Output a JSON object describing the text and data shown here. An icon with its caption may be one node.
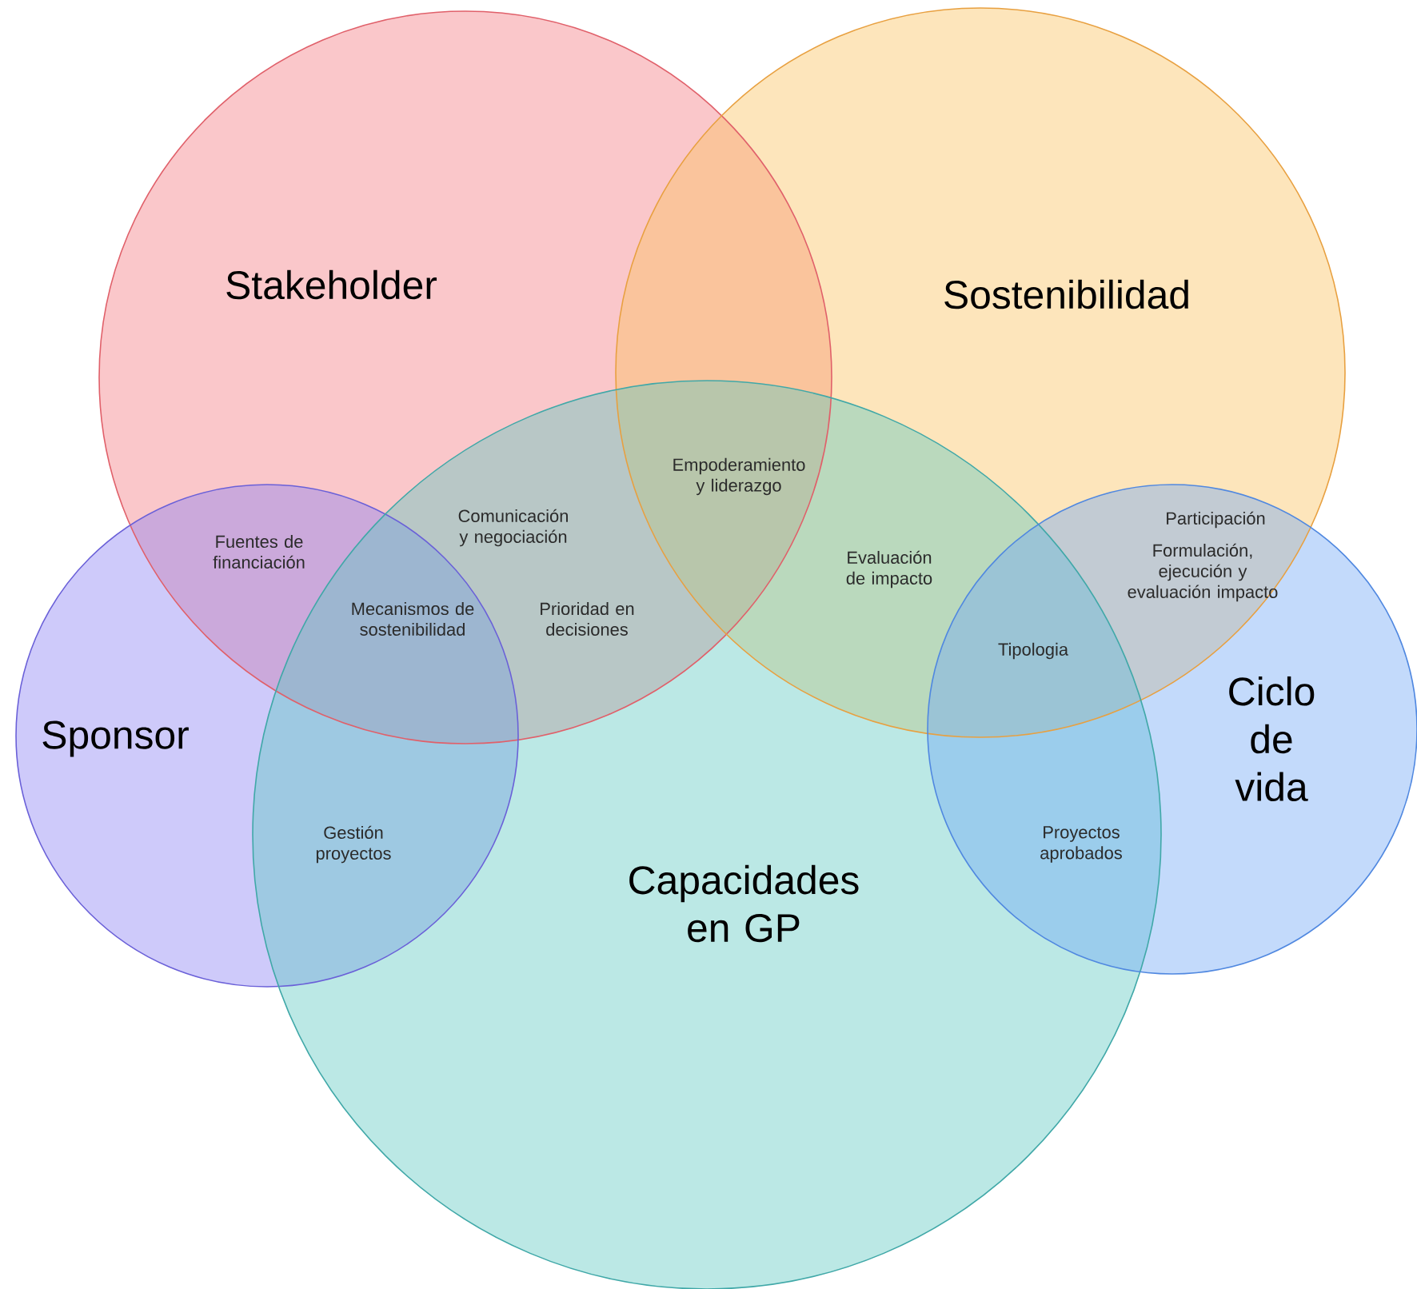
{
  "diagram": {
    "nodes": [
      {
        "text": [
          "Stakeholder"
        ]
      },
      {
        "text": [
          "Sostenibilidad"
        ]
      },
      {
        "text": [
          "Sponsor"
        ]
      },
      {
        "text": [
          "Capacidades en GP"
        ]
      },
      {
        "text": [
          "Ciclo de vida"
        ]
      }
    ],
    "labels": [
      "Empoderamiento y liderazgo",
      "Participación",
      "Comunicación y negociación",
      "Fuentes de financiación",
      "Formulación, ejecución y evaluación impacto",
      "Evaluación de impacto",
      "Mecanismos de sostenibilidad",
      "Prioridad en decisiones",
      "Tipologia",
      "Gestión proyectos",
      "Proyectos aprobados"
    ]
  }
}
